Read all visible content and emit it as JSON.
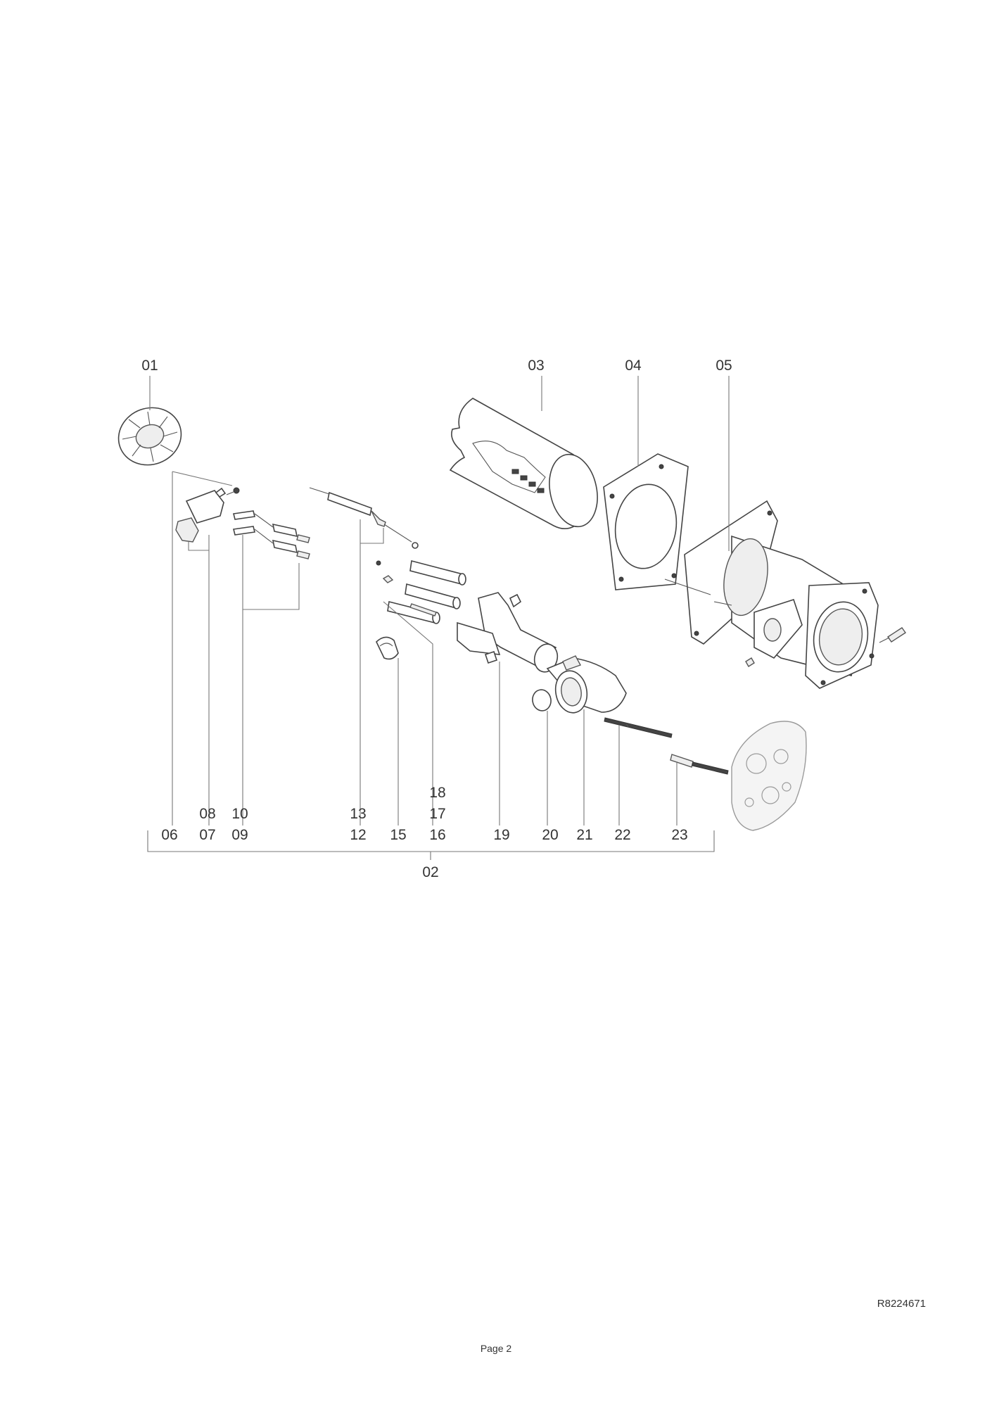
{
  "figure": {
    "reference": "R8224671",
    "page_label": "Page 2",
    "top_labels": [
      "01",
      "03",
      "04",
      "05"
    ],
    "bottom_row1": [
      "06",
      "07",
      "09",
      "12",
      "15",
      "16",
      "19",
      "20",
      "21",
      "22",
      "23"
    ],
    "bottom_row2": [
      "08",
      "10",
      "13",
      "17"
    ],
    "bottom_row3": [
      "18"
    ],
    "group_label": "02"
  }
}
